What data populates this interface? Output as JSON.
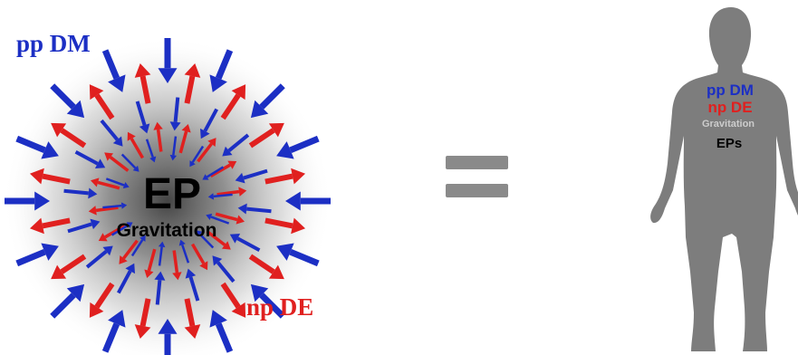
{
  "left_panel": {
    "label_dm": "pp DM",
    "label_de": "np DE",
    "center_title": "EP",
    "center_subtitle": "Gravitation"
  },
  "equals_symbol": "=",
  "figure_panel": {
    "label_dm": "pp DM",
    "label_de": "np DE",
    "label_gravitation": "Gravitation",
    "label_eps": "EPs"
  },
  "colors": {
    "dm_blue": "#1c2fc4",
    "de_red": "#e0201f",
    "figure_gray": "#7d7d7d",
    "equals_gray": "#8a8a8a",
    "text_black": "#000000",
    "gravitation_light": "#cccccc"
  },
  "icons": {
    "inward_arrows": "dark-matter-inward-arrow-icon",
    "outward_arrows": "dark-energy-outward-arrow-icon",
    "human": "human-silhouette-icon"
  }
}
